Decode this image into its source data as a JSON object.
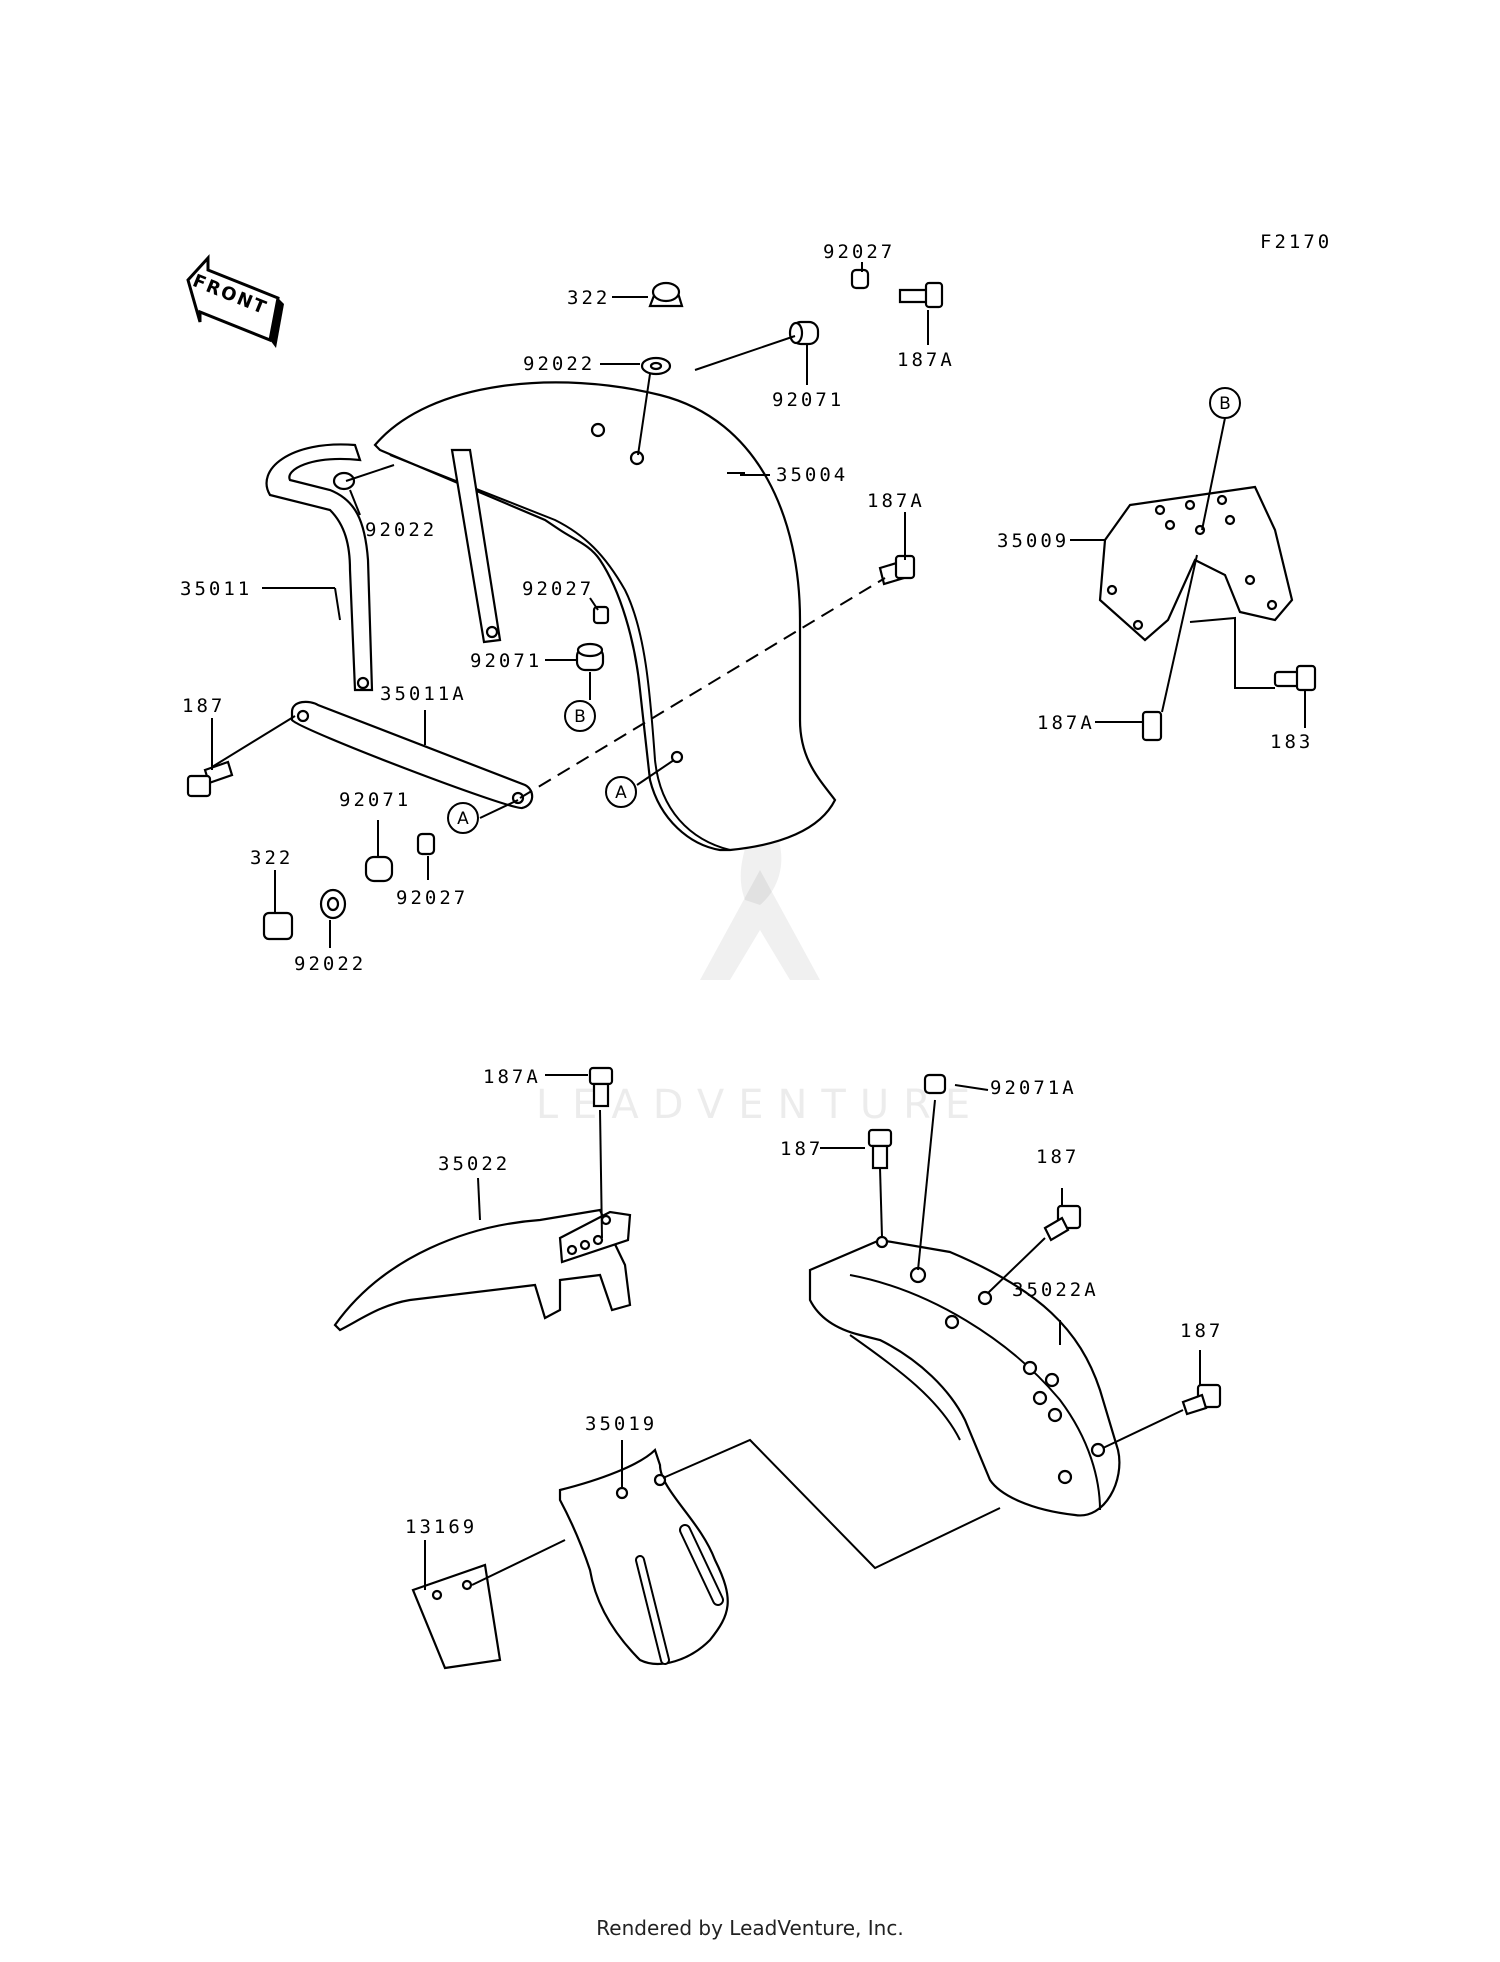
{
  "figure_code": "F2170",
  "front_label": "FRONT",
  "watermark": "LEADVENTURE",
  "footer": "Rendered by LeadVenture, Inc.",
  "labels": {
    "p322_top": "322",
    "p92027_top": "92027",
    "p92022_top": "92022",
    "p92071_top": "92071",
    "p187A_top": "187A",
    "p35004": "35004",
    "p92022_left": "92022",
    "p187A_mid": "187A",
    "p35011": "35011",
    "p92027_mid": "92027",
    "p92071_mid": "92071",
    "p35011A": "35011A",
    "p187_left": "187",
    "p92071_low": "92071",
    "p322_low": "322",
    "p92027_low": "92027",
    "p92022_low": "92022",
    "p35009": "35009",
    "p187A_right": "187A",
    "p183": "183",
    "p187A_front": "187A",
    "p92071A": "92071A",
    "p35022": "35022",
    "p187_a": "187",
    "p187_b": "187",
    "p35022A": "35022A",
    "p187_c": "187",
    "p35019": "35019",
    "p13169": "13169"
  },
  "ref_markers": {
    "a": "A",
    "b": "B"
  }
}
